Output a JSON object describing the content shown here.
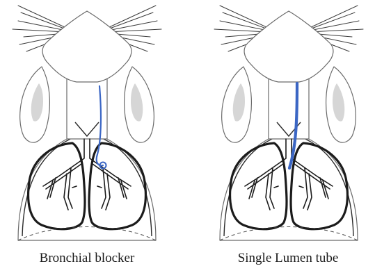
{
  "panels": [
    {
      "id": "left",
      "caption": "Bronchial blocker",
      "device": "bronchial-blocker"
    },
    {
      "id": "right",
      "caption": "Single Lumen tube",
      "device": "single-lumen-tube"
    }
  ],
  "colors": {
    "device": "#3b66c4",
    "outline": "#6a6a6a",
    "lung": "#1b1b1b",
    "ear_inner": "#d6d6d6"
  }
}
